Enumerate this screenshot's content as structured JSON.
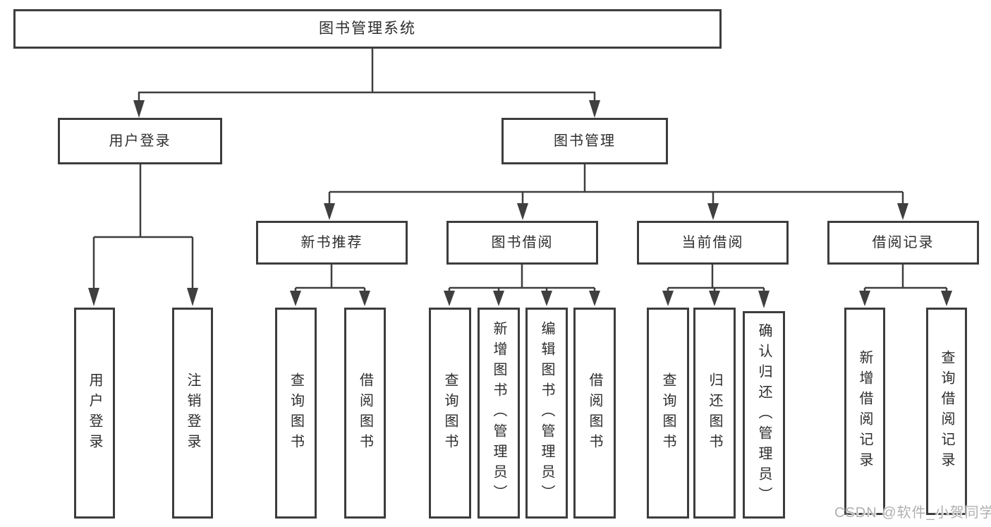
{
  "root": {
    "label": "图书管理系统"
  },
  "user_branch": {
    "label": "用户登录",
    "children": [
      {
        "label": "用户登录"
      },
      {
        "label": "注销登录"
      }
    ]
  },
  "book_branch": {
    "label": "图书管理",
    "sections": [
      {
        "label": "新书推荐",
        "children": [
          {
            "label": "查询图书"
          },
          {
            "label": "借阅图书"
          }
        ]
      },
      {
        "label": "图书借阅",
        "children": [
          {
            "label": "查询图书"
          },
          {
            "label": "新增图书（管理员）"
          },
          {
            "label": "编辑图书（管理员）"
          },
          {
            "label": "借阅图书"
          }
        ]
      },
      {
        "label": "当前借阅",
        "children": [
          {
            "label": "查询图书"
          },
          {
            "label": "归还图书"
          },
          {
            "label": "确认归还（管理员）"
          }
        ]
      },
      {
        "label": "借阅记录",
        "children": [
          {
            "label": "新增借阅记录"
          },
          {
            "label": "查询借阅记录"
          }
        ]
      }
    ]
  },
  "watermark": "CSDN @软件_小贺同学",
  "colors": {
    "line": "#3f3f3f",
    "border": "#3d3d3d",
    "text": "#2d2d2d",
    "watermark": "#b0b0b0",
    "background": "#ffffff"
  }
}
